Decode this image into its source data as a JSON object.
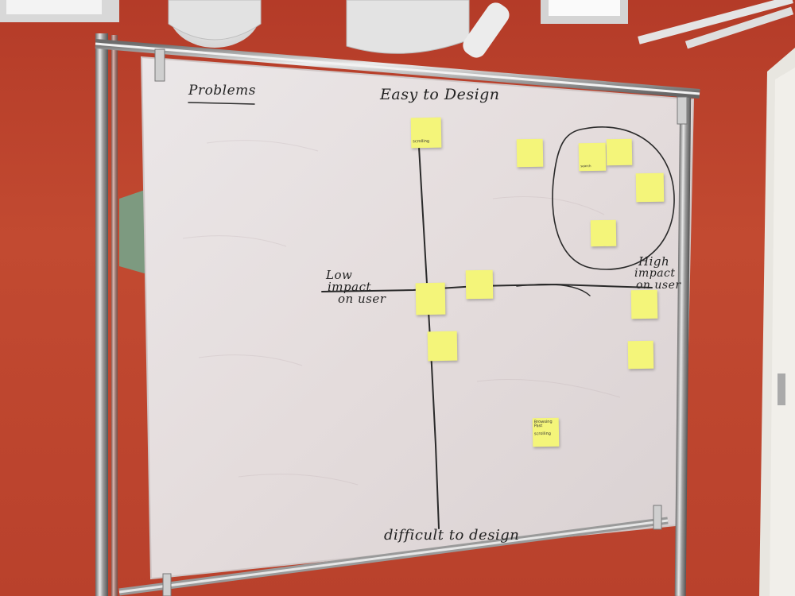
{
  "board": {
    "heading": "Problems",
    "top_axis_label": "Easy to Design",
    "bottom_axis_label": "difficult to design",
    "left_axis_label_line1": "Low",
    "left_axis_label_line2": "impact",
    "left_axis_label_line3": "on user",
    "right_axis_label_line1": "High",
    "right_axis_label_line2": "impact",
    "right_axis_label_line3": "on user"
  },
  "notes": {
    "scrolling_note_text": "scrolling",
    "search_note_text": "search",
    "browsing_note_line1": "Browsing",
    "browsing_note_line2": "Past",
    "browsing_note_line3": "scrolling"
  },
  "colors": {
    "wall": "#b9412c",
    "whiteboard": "#e6e0e0",
    "sticky_note": "#f4f57a",
    "frame": "#9a9a9a"
  }
}
